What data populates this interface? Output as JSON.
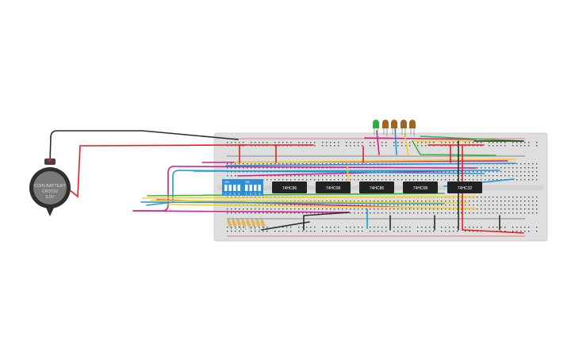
{
  "battery": {
    "line1": "COIN BATTERY",
    "line2": "CR2032",
    "line3": "3.0V"
  },
  "dip_switches": [
    {
      "on_label": "ON",
      "numbers": [
        "1",
        "2",
        "3",
        "4"
      ]
    },
    {
      "on_label": "ON",
      "numbers": [
        "1",
        "2",
        "3",
        "4"
      ]
    }
  ],
  "chips": [
    {
      "label": "74HC86"
    },
    {
      "label": "74HC08"
    },
    {
      "label": "74HC86"
    },
    {
      "label": "74HC08"
    },
    {
      "label": "74HC32"
    }
  ],
  "leds": [
    {
      "color": "green"
    },
    {
      "color": "orange"
    },
    {
      "color": "orange"
    },
    {
      "color": "orange"
    },
    {
      "color": "orange"
    }
  ],
  "wire_colors": {
    "red": "#e02020",
    "black": "#2b2b2b",
    "blue": "#1d9bd6",
    "magenta": "#d21f8c",
    "yellow": "#f2d21b",
    "green": "#3cb43c",
    "brown": "#8b5a2b"
  }
}
